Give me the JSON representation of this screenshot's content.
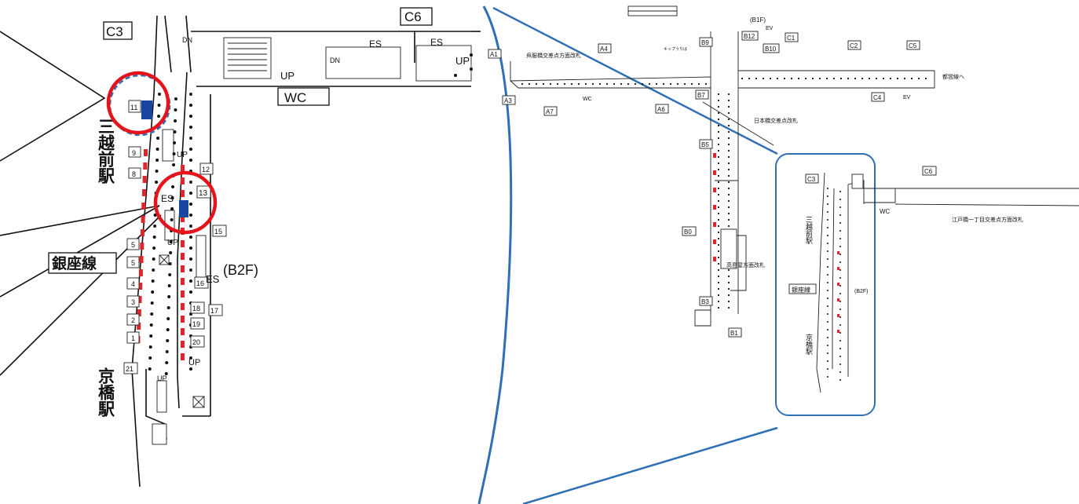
{
  "detail": {
    "exits": {
      "c3": "C3",
      "c6": "C6"
    },
    "stations": {
      "mitsukoshimae": "三越前駅",
      "kyobashi": "京橋駅"
    },
    "line": "銀座線",
    "floor": "(B2F)",
    "facilities": {
      "es": "ES",
      "up": "UP",
      "dn": "DN",
      "wc": "WC"
    },
    "platform_numbers": [
      "1",
      "2",
      "3",
      "4",
      "5",
      "8",
      "9",
      "11",
      "12",
      "13",
      "15",
      "16",
      "17",
      "18",
      "19",
      "20",
      "21"
    ]
  },
  "overview": {
    "exits": [
      "A1",
      "A3",
      "A4",
      "A6",
      "A7",
      "B0",
      "B1",
      "B3",
      "B5",
      "B7",
      "B9",
      "B10",
      "B12",
      "C1",
      "C2",
      "C3",
      "C4",
      "C5",
      "C6"
    ],
    "labels": {
      "b1f": "(B1F)",
      "ev": "EV",
      "ev2": "EV",
      "wc": "WC",
      "kyobashi_gate": "呉服橋交差点方面改札",
      "nihonbashi_gate": "日本橋交差点改札",
      "takashimaya_gate": "高島屋方面改札",
      "edobashi_gate": "江戸橋一丁目交差点方面改札",
      "toei_line": "都営線へ",
      "cap": "キップうりば",
      "b2f": "(B2F)",
      "mitsukoshimae": "三越前駅",
      "ginza_line": "銀座線",
      "kyobashi": "京橋駅"
    }
  },
  "colors": {
    "callout": "#e3141b",
    "zoom": "#2f6fb5",
    "marker": "#1746a0",
    "platform": "#e0262b"
  }
}
